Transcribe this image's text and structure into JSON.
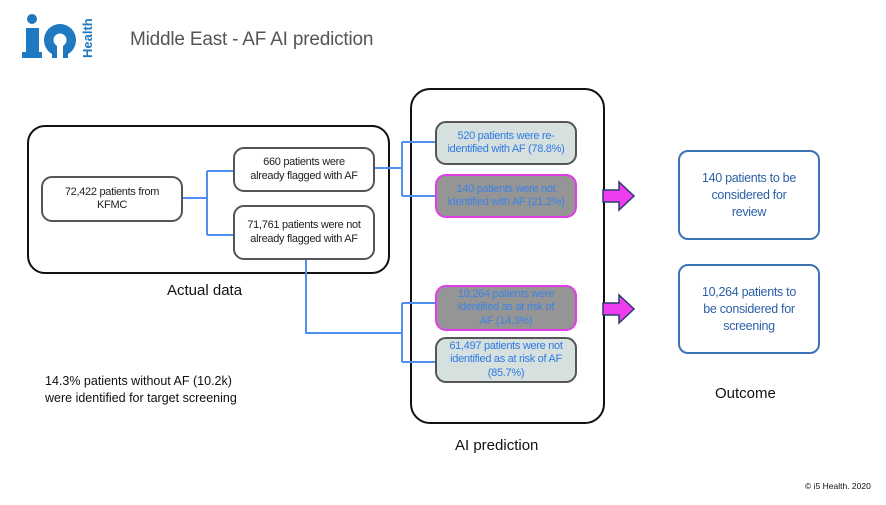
{
  "header": {
    "logo": {
      "main": "i5",
      "side": "Health",
      "color": "#1f79c0"
    },
    "title": "Middle East - AF AI prediction"
  },
  "actual_data": {
    "label": "Actual data",
    "source": "72,422 patients from KFMC",
    "flagged": "660 patients were already flagged with AF",
    "not_flagged": "71,761 patients were not already flagged with AF"
  },
  "ai_prediction": {
    "label": "AI prediction",
    "reidentified": "520 patients were re-identified with AF (78.8%)",
    "not_identified": "140 patients were not identified with AF (21.2%)",
    "at_risk": "10,264 patients were identified as at risk of AF (14.3%)",
    "not_at_risk": "61,497 patients were not identified as at risk of AF (85.7%)"
  },
  "outcome": {
    "label": "Outcome",
    "review": "140 patients to be considered for review",
    "screening": "10,264 patients to be considered for screening"
  },
  "note": {
    "line1": "14.3% patients without AF (10.2k)",
    "line2": "were identified for target screening"
  },
  "footer": {
    "copyright": "© i5 Health. 2020"
  },
  "colors": {
    "connector": "#4f8ff0",
    "highlight_border": "#e13ce8",
    "arrow_fill": "#f03cf0",
    "arrow_stroke": "#283e6e",
    "outcome_border": "#3c72b6"
  }
}
